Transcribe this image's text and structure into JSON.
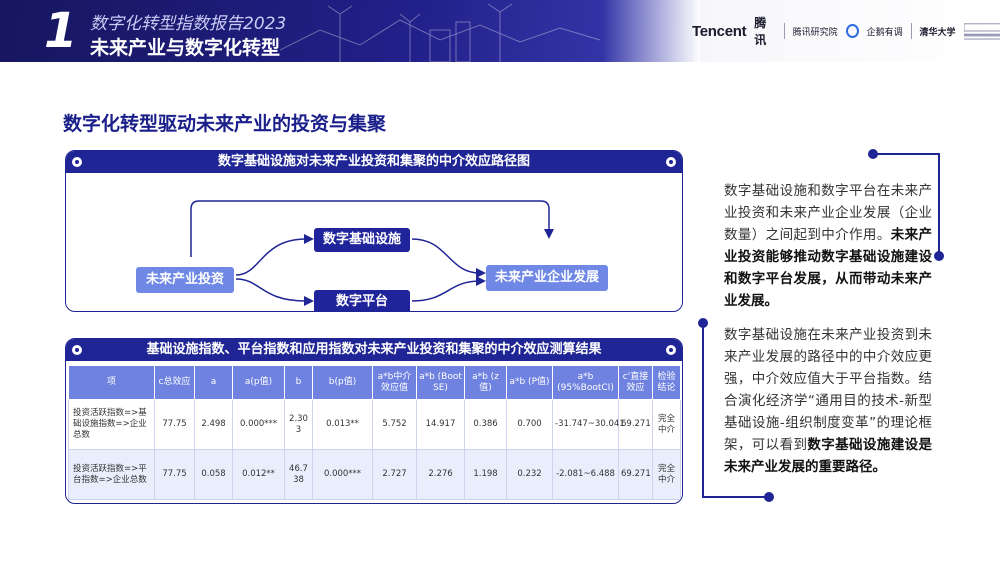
{
  "header": {
    "chapter_number": "1",
    "report_title": "数字化转型指数报告2023",
    "chapter_title": "未来产业与数字化转型",
    "logos": {
      "tencent_en": "Tencent",
      "tencent_cn": "腾讯",
      "research": "腾讯研究院",
      "partner": "企鹅有调",
      "tsinghua": "清华大学"
    }
  },
  "section_title": "数字化转型驱动未来产业的投资与集聚",
  "diagram": {
    "title": "数字基础设施对未来产业投资和集聚的中介效应路径图",
    "nodes": {
      "source": "未来产业投资",
      "mediator_top": "数字基础设施",
      "mediator_bottom": "数字平台",
      "target": "未来产业企业发展"
    }
  },
  "table": {
    "title": "基础设施指数、平台指数和应用指数对未来产业投资和集聚的中介效应测算结果",
    "headers": [
      "项",
      "c总效应",
      "a",
      "a(p值)",
      "b",
      "b(p值)",
      "a*b中介效应值",
      "a*b (Boot SE)",
      "a*b (z值)",
      "a*b (P值)",
      "a*b (95%BootCI)",
      "c'直接效应",
      "检验结论"
    ],
    "rows": [
      [
        "投资活跃指数=>基础设施指数=>企业总数",
        "77.75",
        "2.498",
        "0.000***",
        "2.303",
        "0.013**",
        "5.752",
        "14.917",
        "0.386",
        "0.700",
        "-31.747~30.041",
        "69.271",
        "完全中介"
      ],
      [
        "投资活跃指数=>平台指数=>企业总数",
        "77.75",
        "0.058",
        "0.012**",
        "46.738",
        "0.000***",
        "2.727",
        "2.276",
        "1.198",
        "0.232",
        "-2.081~6.488",
        "69.271",
        "完全中介"
      ]
    ]
  },
  "right_panel": {
    "para1_normal": "数字基础设施和数字平台在未来产业投资和未来产业企业发展（企业数量）之间起到中介作用。",
    "para1_bold": "未来产业投资能够推动数字基础设施建设和数字平台发展，从而带动未来产业发展。",
    "para2_normal": "数字基础设施在未来产业投资到未来产业发展的路径中的中介效应更强，中介效应值大于平台指数。结合演化经济学“通用目的技术-新型基础设施-组织制度变革”的理论框架，可以看到",
    "para2_bold": "数字基础设施建设是未来产业发展的重要路径。"
  },
  "colors": {
    "brand_dark": "#1f2594",
    "node_light": "#6f88e6",
    "table_header": "#6f82e0"
  }
}
